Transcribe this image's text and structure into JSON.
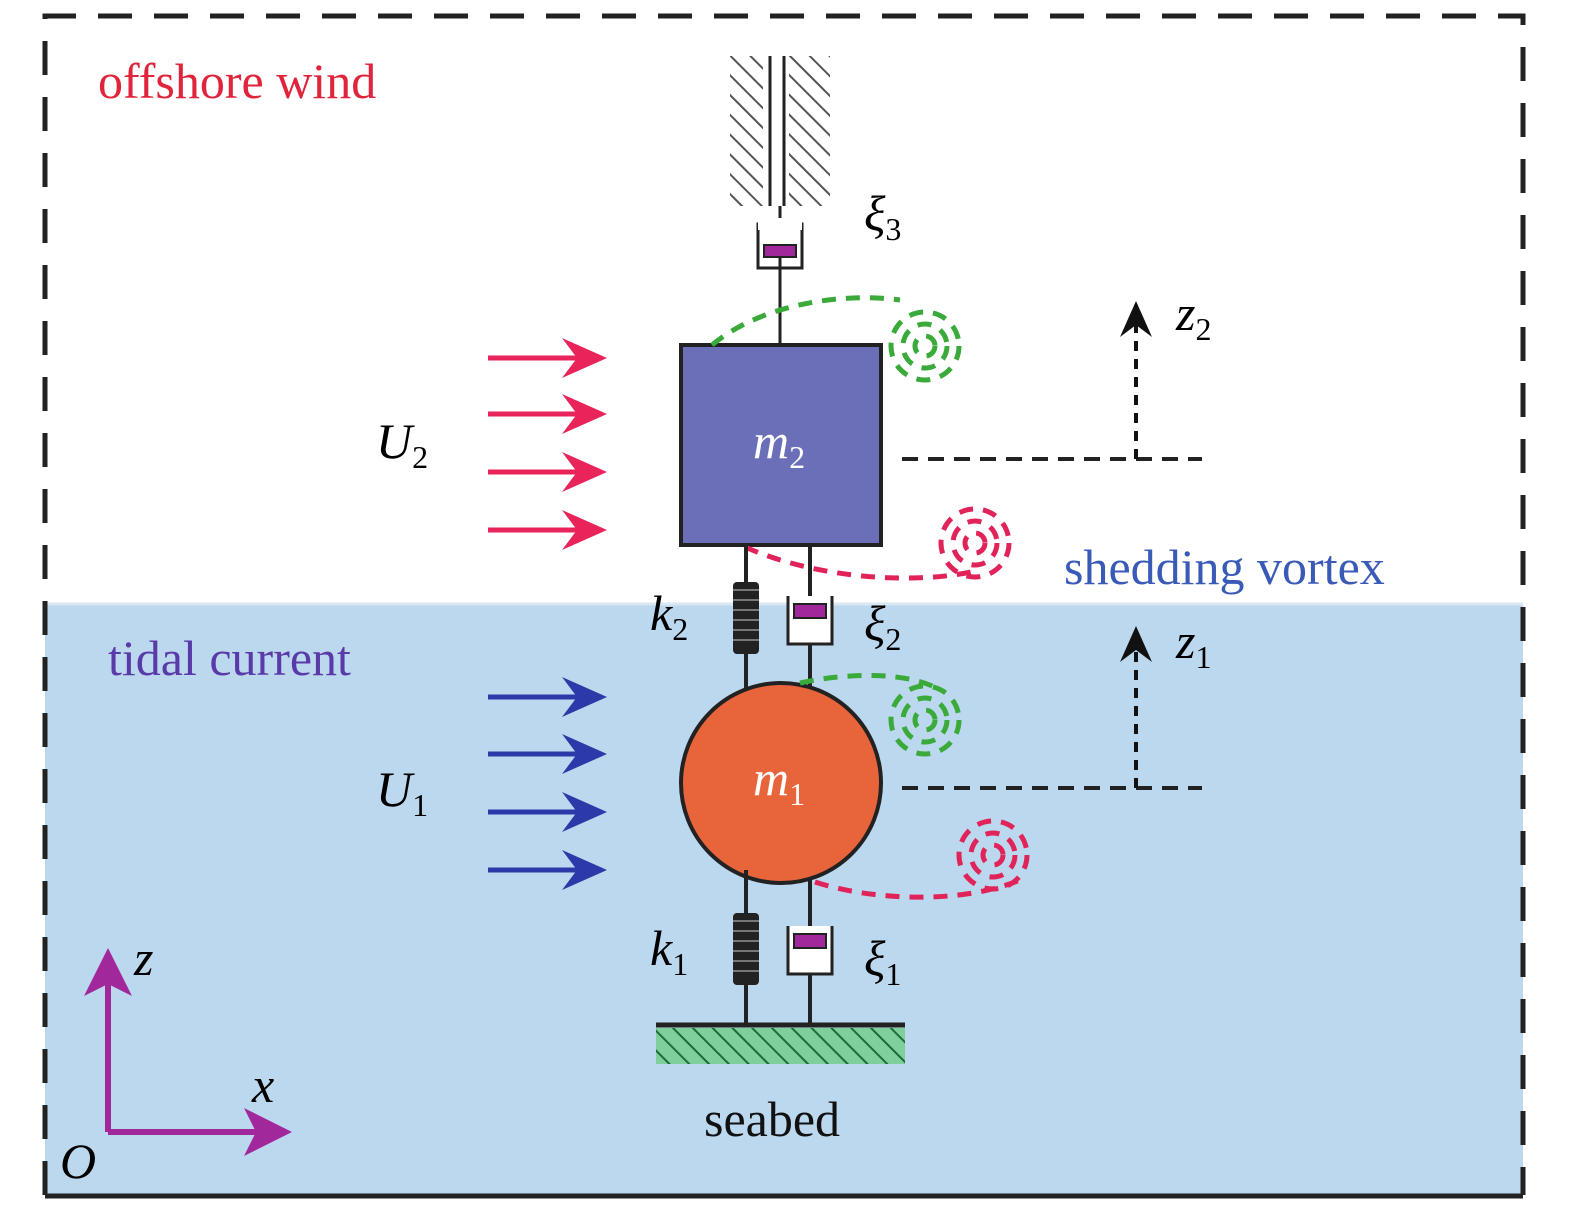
{
  "regions": {
    "air_label": "offshore wind",
    "water_label": "tidal current",
    "vortex_label": "shedding vortex",
    "seabed_label": "seabed"
  },
  "masses": {
    "upper": {
      "symbol": "m",
      "sub": "2"
    },
    "lower": {
      "symbol": "m",
      "sub": "1"
    }
  },
  "springs": {
    "upper": {
      "symbol": "k",
      "sub": "2"
    },
    "lower": {
      "symbol": "k",
      "sub": "1"
    }
  },
  "dampers": {
    "top": {
      "symbol": "ξ",
      "sub": "3"
    },
    "upper": {
      "symbol": "ξ",
      "sub": "2"
    },
    "lower": {
      "symbol": "ξ",
      "sub": "1"
    }
  },
  "flows": {
    "wind": {
      "symbol": "U",
      "sub": "2"
    },
    "current": {
      "symbol": "U",
      "sub": "1"
    }
  },
  "displacements": {
    "upper": {
      "symbol": "z",
      "sub": "2"
    },
    "lower": {
      "symbol": "z",
      "sub": "1"
    }
  },
  "axes": {
    "vertical": "z",
    "horizontal": "x",
    "origin": "O"
  },
  "colors": {
    "water": "#bcd8ee",
    "wind_arrows": "#e8245a",
    "current_arrows": "#2b3aa8",
    "upper_mass": "#6a6fb8",
    "lower_mass": "#e8653c",
    "vortex_green": "#3aaa3a",
    "vortex_red": "#e0245a",
    "axes": "#a0289a",
    "offshore_wind_text": "#e0243c",
    "tidal_current_text": "#5a3aa8",
    "shedding_vortex_text": "#3a5ab8",
    "seabed_hatch": "#3aa86a"
  }
}
